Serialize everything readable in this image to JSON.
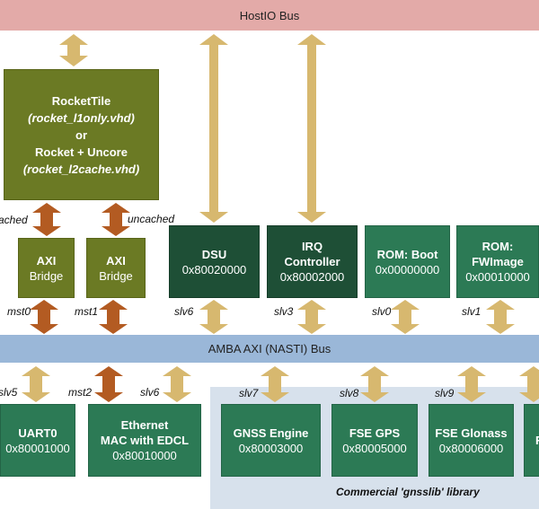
{
  "buses": {
    "hostio": "HostIO Bus",
    "amba": "AMBA AXI (NASTI) Bus"
  },
  "rocket": {
    "line1": "RocketTile",
    "line2": "(rocket_l1only.vhd)",
    "line3": "or",
    "line4": "Rocket + Uncore",
    "line5": "(rocket_l2cache.vhd)"
  },
  "axi_bridges": [
    {
      "title": "AXI",
      "sub": "Bridge"
    },
    {
      "title": "AXI",
      "sub": "Bridge"
    }
  ],
  "upper_modules": [
    {
      "title": "DSU",
      "addr": "0x80020000"
    },
    {
      "title": "IRQ\nController",
      "addr": "0x80002000"
    },
    {
      "title": "ROM: Boot",
      "addr": "0x00000000"
    },
    {
      "title": "ROM:\nFWImage",
      "addr": "0x00010000"
    }
  ],
  "lower_modules": [
    {
      "title": "UART0",
      "addr": "0x80001000"
    },
    {
      "title": "Ethernet\nMAC with EDCL",
      "addr": "0x80010000"
    },
    {
      "title": "GNSS Engine",
      "addr": "0x80003000"
    },
    {
      "title": "FSE GPS",
      "addr": "0x80005000"
    },
    {
      "title": "FSE Glonass",
      "addr": "0x80006000"
    },
    {
      "title": "F",
      "addr": ""
    }
  ],
  "port_labels": {
    "cached": "cached",
    "uncached": "uncached",
    "mst0": "mst0",
    "mst1": "mst1",
    "slv6_top": "slv6",
    "slv3": "slv3",
    "slv0": "slv0",
    "slv1": "slv1",
    "slv5": "slv5",
    "mst2": "mst2",
    "slv6_bottom": "slv6",
    "slv7": "slv7",
    "slv8": "slv8",
    "slv9": "slv9"
  },
  "library": {
    "prefix": "Commercial 'gnsslib'",
    "suffix": " library"
  },
  "colors": {
    "hostio_bus": "#e3aaa8",
    "amba_bus": "#9ab7d8",
    "rocket_olive": "#6b7a24",
    "module_dark": "#1e4f36",
    "module_medium": "#2c7a55",
    "arrow_tan": "#d7b86f",
    "arrow_brown": "#b35b22",
    "library_bg": "#d7e1ec"
  }
}
